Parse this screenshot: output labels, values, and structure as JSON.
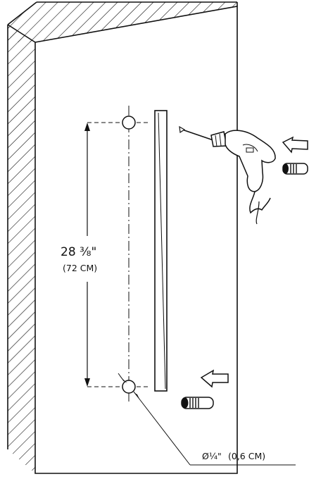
{
  "diagram": {
    "type": "wall-mount installation drawing",
    "spacing_label_imperial": "28 ⅜\"",
    "spacing_label_metric": "(72 CM)",
    "hole_size_imperial": "Ø¼\"",
    "hole_size_metric": "(0,6 CM)",
    "icons": [
      "drill-icon",
      "wall-anchor-icon",
      "arrow-icon"
    ]
  },
  "colors": {
    "line": "#111111",
    "background": "#ffffff"
  }
}
